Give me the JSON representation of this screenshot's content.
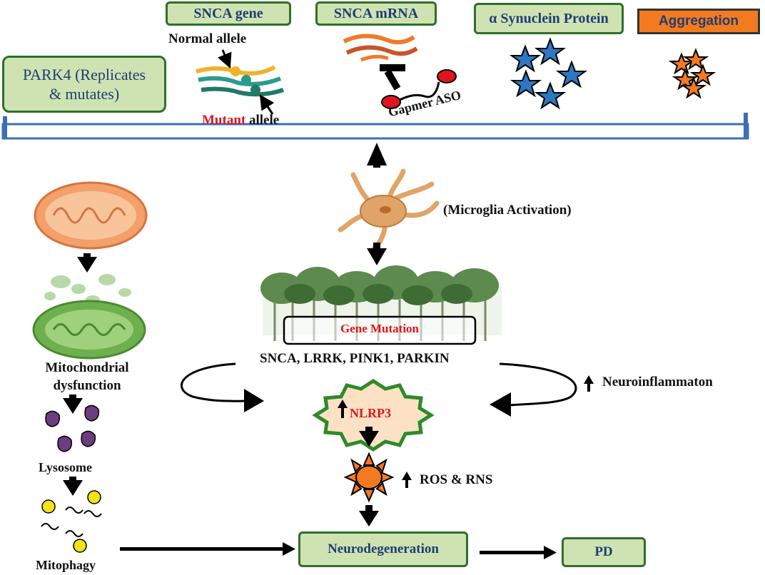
{
  "top_row": {
    "snca_gene": "SNCA gene",
    "snca_mrna": "SNCA mRNA",
    "alpha_syn": "α Synuclein Protein",
    "aggregation": "Aggregation",
    "park4_line1": "PARK4 (Replicates",
    "park4_line2": "& mutates)",
    "normal_allele": "Normal allele",
    "mutant_word": "Mutant",
    "allele_word": "allele",
    "gapmer": "Gapmer ASO"
  },
  "center": {
    "microglia": "(Microglia Activation)",
    "gene_mutation": "Gene Mutation",
    "genes": "SNCA, LRRK, PINK1, PARKIN",
    "nlrp3": "NLRP3",
    "neuroinflammation": "Neuroinflammaton",
    "ros_rns": "ROS & RNS",
    "neurodegeneration": "Neurodegeneration",
    "pd": "PD"
  },
  "left": {
    "mito_line1": "Mitochondrial",
    "mito_line2": "dysfunction",
    "lysosome": "Lysosome",
    "mitophagy": "Mitophagy"
  },
  "colors": {
    "box_fill": "#cfe3b2",
    "box_border": "#2f6f2a",
    "aggregation_fill": "#f47a1f",
    "mutant_red": "#e0141e",
    "bar_blue": "#3b6fb6"
  }
}
